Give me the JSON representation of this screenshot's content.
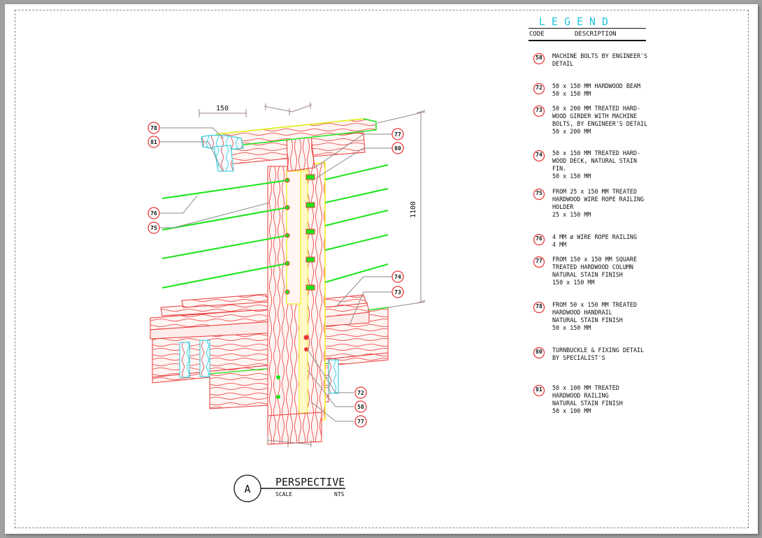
{
  "sheet": {
    "view": {
      "symbol_letter": "A",
      "title": "PERSPECTIVE",
      "scale_label": "SCALE",
      "scale_value": "NTS"
    },
    "dimensions": {
      "top_width": "150",
      "height": "1100"
    },
    "callouts": {
      "left": [
        "78",
        "81",
        "76",
        "75"
      ],
      "right_top": [
        "77",
        "80"
      ],
      "right_mid": [
        "74",
        "73"
      ],
      "right_bottom": [
        "72",
        "58",
        "77"
      ]
    },
    "colors": {
      "wood": "#e8393a",
      "wire": "#19e619",
      "outline_yellow": "#f2f21a",
      "outline_cyan": "#22ccd9",
      "legend_title": "#21c8dd"
    }
  },
  "legend": {
    "title": "LEGEND",
    "col_code": "CODE",
    "col_description": "DESCRIPTION",
    "items": [
      {
        "code": "58",
        "description": "MACHINE BOLTS BY ENGINEER'S\nDETAIL"
      },
      {
        "code": "72",
        "description": "50 x 150 MM HARDWOOD BEAM\n50 x 150 MM"
      },
      {
        "code": "73",
        "description": "50 x 200 MM TREATED HARD-\nWOOD GIRDER WITH MACHINE\nBOLTS, BY ENGINEER'S DETAIL\n50 x 200 MM"
      },
      {
        "code": "74",
        "description": "50 x 150 MM TREATED HARD-\nWOOD DECK, NATURAL STAIN FIN.\n50 x 150 MM"
      },
      {
        "code": "75",
        "description": "FROM 25 x 150 MM TREATED\nHARDWOOD WIRE ROPE RAILING\nHOLDER\n   25 x 150 MM"
      },
      {
        "code": "76",
        "description": "4 MM ø WIRE ROPE RAILING\n4 MM"
      },
      {
        "code": "77",
        "description": "FROM 150 x 150 MM SQUARE\nTREATED HARDWOOD COLUMN\nNATURAL STAIN FINISH\n   150 x 150 MM"
      },
      {
        "code": "78",
        "description": "FROM 50 x 150 MM TREATED\nHARDWOOD HANDRAIL\nNATURAL STAIN FINISH\n   50 x 150 MM"
      },
      {
        "code": "80",
        "description": "TURNBUCKLE & FIXING DETAIL\nBY SPECIALIST'S"
      },
      {
        "code": "81",
        "description": "50 x 100 MM TREATED\nHARDWOOD RAILING\nNATURAL STAIN FINISH\n50 x 100 MM"
      }
    ]
  }
}
